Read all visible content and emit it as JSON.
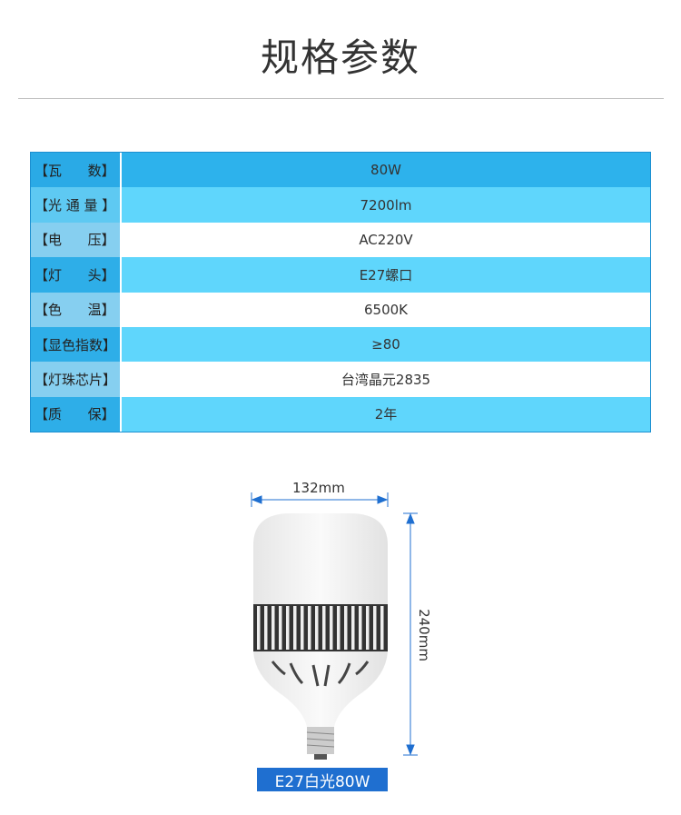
{
  "title": "规格参数",
  "specs": [
    {
      "label": "【瓦      数】",
      "value": "80W"
    },
    {
      "label": "【光 通 量 】",
      "value": "7200lm"
    },
    {
      "label": "【电      压】",
      "value": "AC220V"
    },
    {
      "label": "【灯      头】",
      "value": "E27螺口"
    },
    {
      "label": "【色      温】",
      "value": "6500K"
    },
    {
      "label": "【显色指数】",
      "value": "≥80"
    },
    {
      "label": "【灯珠芯片】",
      "value": "台湾晶元2835"
    },
    {
      "label": "【质      保】",
      "value": "2年"
    }
  ],
  "product": {
    "width": "132mm",
    "height": "240mm",
    "badge": "E27白光80W"
  },
  "colors": {
    "accent": "#1f6fd0",
    "row_dark": "#2db2ec",
    "row_light": "#5fd6fc"
  }
}
